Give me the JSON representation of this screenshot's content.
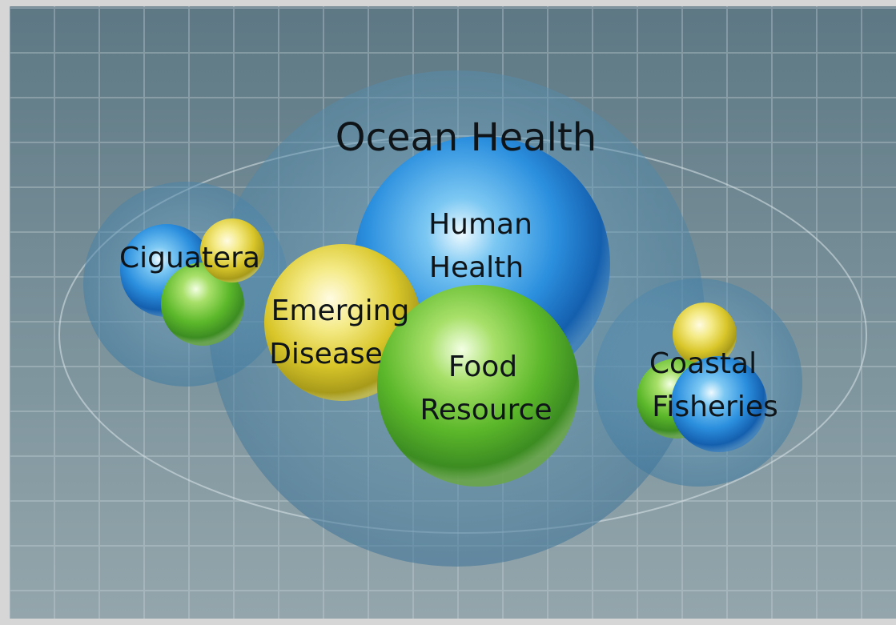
{
  "diagram": {
    "title": "Ocean Health",
    "bubbles": {
      "human_health": [
        "Human",
        "Health"
      ],
      "food_resource": [
        "Food",
        "Resource"
      ],
      "emerging_disease": [
        "Emerging",
        "Disease"
      ],
      "ciguatera": "Ciguatera",
      "coastal_fisheries": [
        "Coastal",
        "Fisheries"
      ]
    }
  },
  "colors": {
    "background_top": "#5d7884",
    "background_bottom": "#8fa1a8",
    "grid": "#c7d4da",
    "blue_bubble": "#1f7fd0",
    "green_bubble": "#5cb82a",
    "yellow_bubble": "#d8c62a",
    "label_text": "#0e1418"
  }
}
